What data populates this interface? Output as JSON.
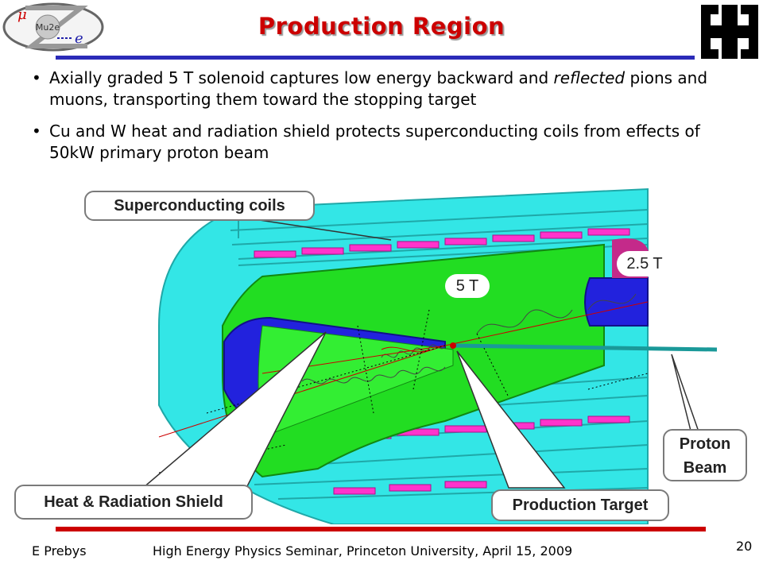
{
  "slide": {
    "title": "Production Region",
    "bullets": [
      {
        "pre": "Axially graded 5 T solenoid captures low energy backward and ",
        "em": "reflected",
        "post": " pions and muons, transporting them toward the stopping target"
      },
      {
        "pre": "Cu and W heat and radiation shield protects superconducting coils from effects of 50kW primary proton beam",
        "em": "",
        "post": ""
      }
    ],
    "bullet_glyph": "•"
  },
  "logos": {
    "left": {
      "mu": "μ",
      "name": "Mu2e",
      "e": "e"
    },
    "right_icon": "fermilab-logo-icon"
  },
  "figure": {
    "callouts": {
      "coils": "Superconducting coils",
      "shield": "Heat & Radiation Shield",
      "target": "Production Target",
      "beam_line1": "Proton",
      "beam_line2": "Beam"
    },
    "fields": {
      "high": "5 T",
      "low": "2.5 T"
    },
    "colors": {
      "outer": "#33e6e6",
      "shield": "#22dd22",
      "bore": "#2222dd",
      "coils": "#ff33cc",
      "beam": "#1a9999",
      "accent": "#cc0000"
    }
  },
  "footer": {
    "author": "E Prebys",
    "event": "High Energy Physics Seminar, Princeton University, April 15, 2009",
    "page": "20"
  }
}
